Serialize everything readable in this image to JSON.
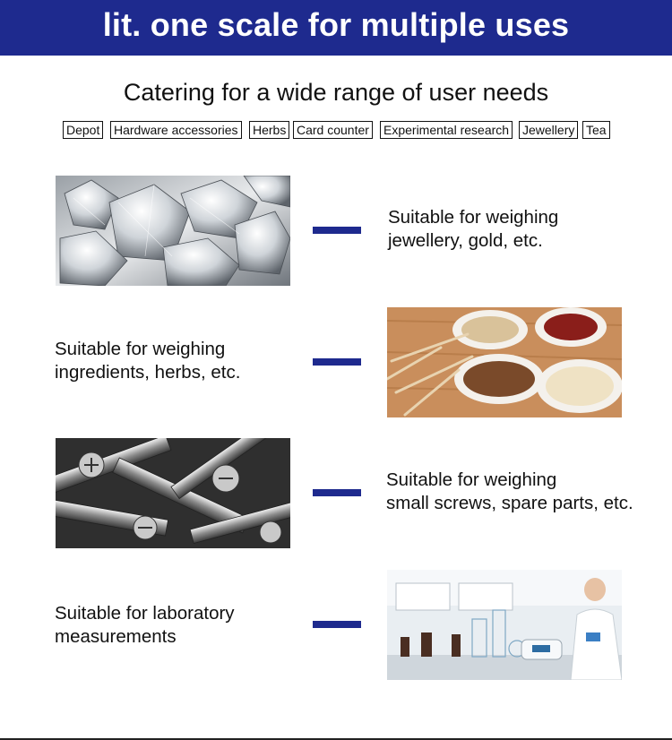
{
  "header": {
    "title": "lit. one scale for multiple uses"
  },
  "subtitle": "Catering for a wide range of user needs",
  "tags": [
    "Depot",
    "Hardware accessories",
    "Herbs",
    "Card counter",
    "Experimental research",
    "Jewellery",
    "Tea"
  ],
  "uses": [
    {
      "line1": "Suitable for weighing",
      "line2": "jewellery, gold, etc.",
      "image": "diamonds-photo"
    },
    {
      "line1": "Suitable for weighing",
      "line2": "ingredients, herbs, etc.",
      "image": "herbs-photo"
    },
    {
      "line1": "Suitable for weighing",
      "line2": "small screws, spare parts, etc.",
      "image": "screws-photo"
    },
    {
      "line1": "Suitable for laboratory",
      "line2": "measurements",
      "image": "laboratory-photo"
    }
  ],
  "colors": {
    "banner": "#1e2a8e",
    "dash": "#1e2a8e",
    "text": "#111111"
  }
}
